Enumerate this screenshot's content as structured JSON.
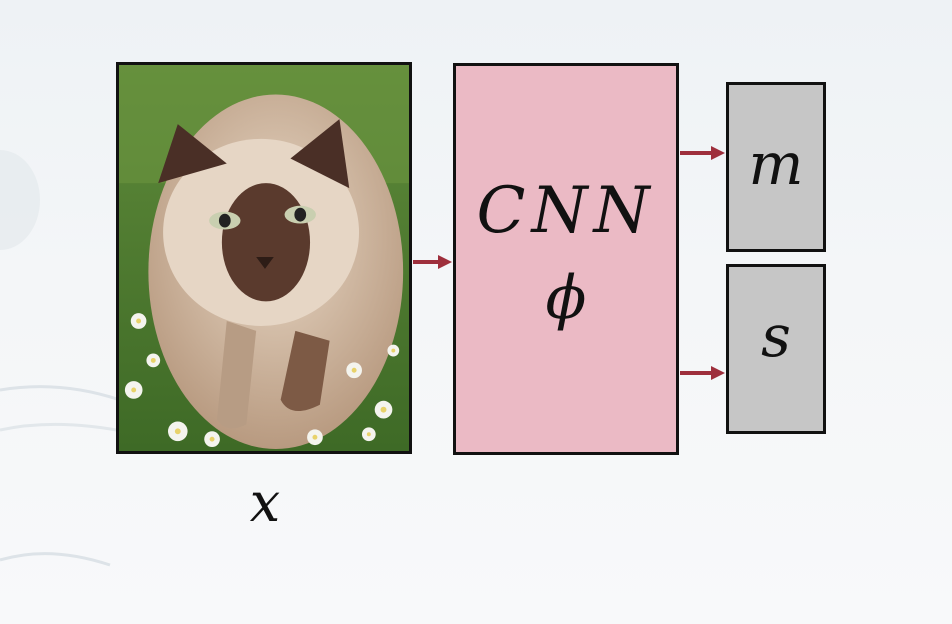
{
  "diagram": {
    "input_label": "x",
    "network_label": "CNN",
    "network_param": "ϕ",
    "outputs": [
      {
        "label": "m"
      },
      {
        "label": "s"
      }
    ]
  },
  "colors": {
    "network_fill": "#ebbac5",
    "output_fill": "#c6c6c6",
    "arrow": "#9e2f3c",
    "border": "#111111"
  },
  "input_image": {
    "subject": "cat-photo"
  }
}
